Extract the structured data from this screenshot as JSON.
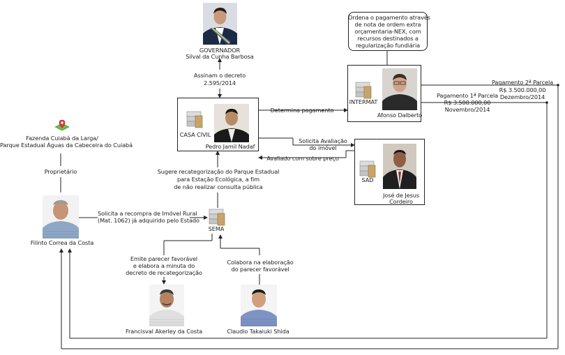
{
  "nodes": {
    "governador": {
      "role": "GOVERNADOR",
      "name": "Silval da Cunha Barbosa"
    },
    "casa_civil": {
      "org": "CASA CIVIL",
      "person": "Pedro Jamil Nadaf"
    },
    "intermat": {
      "org": "INTERMAT",
      "person": "Afonso Dalberto"
    },
    "sad": {
      "org": "SAD",
      "person_line1": "José de Jesus",
      "person_line2": "Cordeiro"
    },
    "sema": {
      "org": "SEMA"
    },
    "fazenda": {
      "line1": "Fazenda Cuiabá da Larga/",
      "line2": "Parque Estadual Águas da Cabeceira do Cuiabá"
    },
    "filinto": {
      "name": "Filinto Correa da Costa"
    },
    "francisval": {
      "name": "Francisval Akerley da Costa"
    },
    "claudio": {
      "name": "Claudio Takaiuki Shida"
    }
  },
  "note": {
    "line1": "Ordena o pagamento através",
    "line2": "de nota de ordem extra",
    "line3": "orçamentaria-NEX, com",
    "line4": "recursos destinados a",
    "line5": "regularização fundiária"
  },
  "edges": {
    "decreto": {
      "line1": "Assinam o decreto",
      "line2": "2.595/2014"
    },
    "determina": "Determina pagamento",
    "solicita_avaliacao": {
      "line1": "Solicita Avaliação",
      "line2": "do imóvel"
    },
    "avaliado": "Avaliado com sobre preço",
    "recategorizacao": {
      "line1": "Sugere recategorização do Parque Estadual",
      "line2": "para Estação Ecológica, a fim",
      "line3": "de não realizar consulta pública"
    },
    "proprietario": "Proprietário",
    "recompra": {
      "line1": "Solicita a recompra de Imóvel Rural",
      "line2": "(Mat. 1062) já adquirido pelo Estado"
    },
    "parecer": {
      "line1": "Emite parecer favorável",
      "line2": "e elabora a minuta do",
      "line3": "decreto de recategorização"
    },
    "colabora": {
      "line1": "Colabora na elaboração",
      "line2": "do parecer favorável"
    },
    "pagamento1": {
      "line1": "Pagamento 1ª Parcela",
      "line2": "R$ 3.500.000,00",
      "line3": "Novembro/2014"
    },
    "pagamento2": {
      "line1": "Pagamento 2ª Parcela",
      "line2": "R$ 3.500.000,00",
      "line3": "Dezembro/2014"
    }
  },
  "colors": {
    "line": "#222222",
    "server": "#c9a46a",
    "skin": "#c99a78"
  }
}
